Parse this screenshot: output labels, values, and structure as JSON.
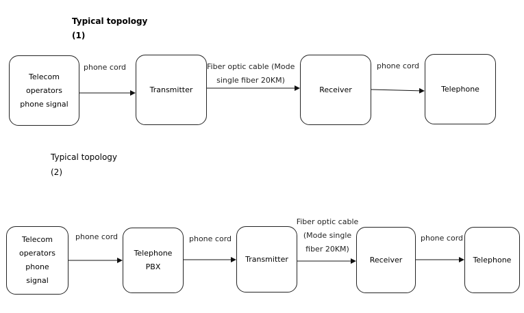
{
  "topology1": {
    "title": "Typical topology",
    "number": "(1)",
    "nodes": {
      "operators": [
        "Telecom",
        "operators",
        "phone signal"
      ],
      "transmitter": [
        "Transmitter"
      ],
      "receiver": [
        "Receiver"
      ],
      "telephone": [
        "Telephone"
      ]
    },
    "edges": {
      "op_to_tx": [
        "phone cord"
      ],
      "tx_to_rx": [
        "Fiber optic cable (Mode",
        "single fiber 20KM)"
      ],
      "rx_to_tel": [
        "phone cord"
      ]
    }
  },
  "topology2": {
    "title": "Typical topology",
    "number": "(2)",
    "nodes": {
      "operators": [
        "Telecom",
        "operators",
        "phone",
        "signal"
      ],
      "pbx": [
        "Telephone",
        "PBX"
      ],
      "transmitter": [
        "Transmitter"
      ],
      "receiver": [
        "Receiver"
      ],
      "telephone": [
        "Telephone"
      ]
    },
    "edges": {
      "op_to_pbx": [
        "phone cord"
      ],
      "pbx_to_tx": [
        "phone cord"
      ],
      "tx_to_rx": [
        "Fiber optic cable",
        "(Mode single",
        "fiber 20KM)"
      ],
      "rx_to_tel": [
        "phone cord"
      ]
    }
  }
}
